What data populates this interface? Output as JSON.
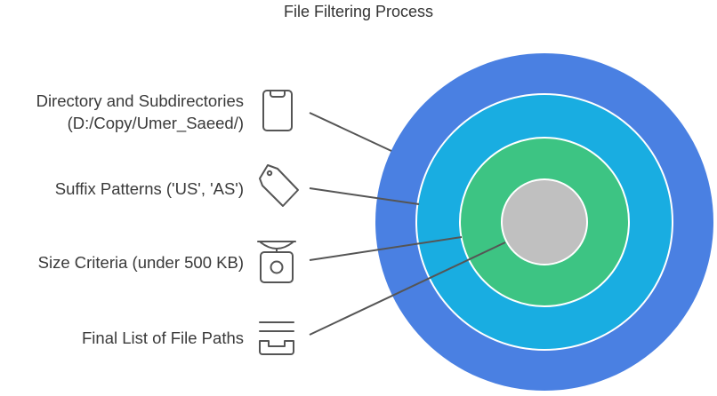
{
  "title": "File Filtering Process",
  "layers": [
    {
      "label_lines": [
        "Directory and Subdirectories",
        "(D:/Copy/Umer_Saeed/)"
      ],
      "icon": "clipboard-icon",
      "color": "#4a80e2"
    },
    {
      "label_lines": [
        "Suffix Patterns ('US', 'AS')"
      ],
      "icon": "tag-icon",
      "color": "#19ade1"
    },
    {
      "label_lines": [
        "Size Criteria (under 500 KB)"
      ],
      "icon": "scale-icon",
      "color": "#3dc483"
    },
    {
      "label_lines": [
        "Final List of File Paths"
      ],
      "icon": "inbox-tray-icon",
      "color": "#c0c0c0"
    }
  ],
  "colors": {
    "text": "#3a3a3a",
    "icon_stroke": "#555555",
    "leader_line": "#555555",
    "ring_separator": "#ffffff"
  }
}
